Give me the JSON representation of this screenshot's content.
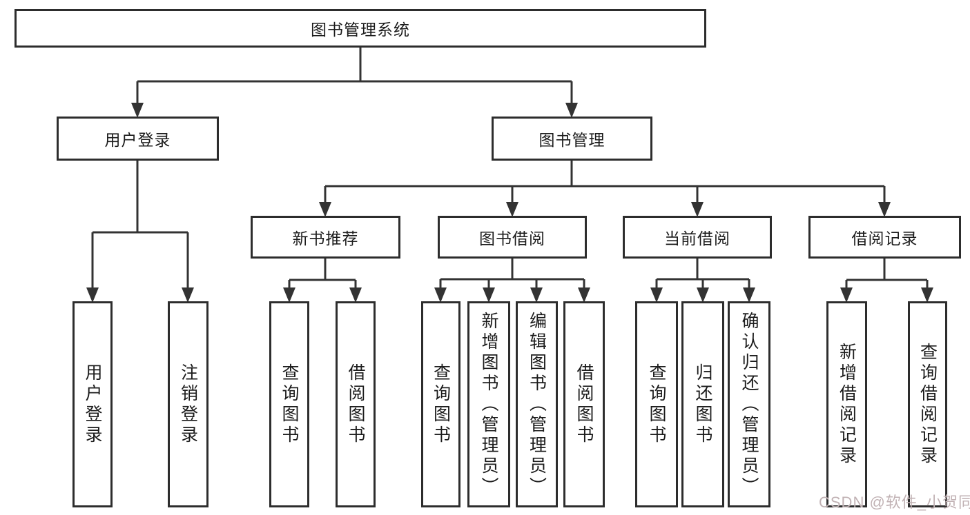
{
  "diagram": {
    "tree": {
      "root": "图书管理系统",
      "branches": [
        {
          "label": "用户登录",
          "children": [
            "用户登录",
            "注销登录"
          ]
        },
        {
          "label": "图书管理",
          "sections": [
            {
              "label": "新书推荐",
              "children": [
                "查询图书",
                "借阅图书"
              ]
            },
            {
              "label": "图书借阅",
              "children": [
                "查询图书",
                "新增图书（管理员）",
                "编辑图书（管理员）",
                "借阅图书"
              ]
            },
            {
              "label": "当前借阅",
              "children": [
                "查询图书",
                "归还图书",
                "确认归还（管理员）"
              ]
            },
            {
              "label": "借阅记录",
              "children": [
                "新增借阅记录",
                "查询借阅记录"
              ]
            }
          ]
        }
      ]
    },
    "colors": {
      "box_border": "#2d2d2d",
      "line": "#333333",
      "text": "#1c1c1c",
      "watermark": "#c1b2b4",
      "background": "#ffffff"
    }
  },
  "watermark": "CSDN @软件_小贺同学"
}
